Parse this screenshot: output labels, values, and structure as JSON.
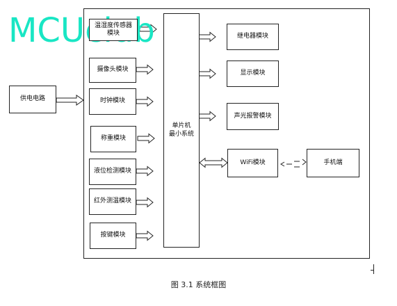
{
  "watermark": "MCUclub",
  "blocks": {
    "power": "供电电路",
    "sensor": "温湿度传感器模块",
    "camera": "摄像头模块",
    "clock": "时钟模块",
    "weigh": "称重模块",
    "level": "液位检测模块",
    "infrared": "红外测温模块",
    "keys": "按键模块",
    "mcu": "单片机\n最小系统",
    "relay": "继电器模块",
    "display": "显示模块",
    "alarm": "声光报警模块",
    "wifi": "WiFi模块",
    "phone": "手机端"
  },
  "caption": "图 3.1 系统框图"
}
